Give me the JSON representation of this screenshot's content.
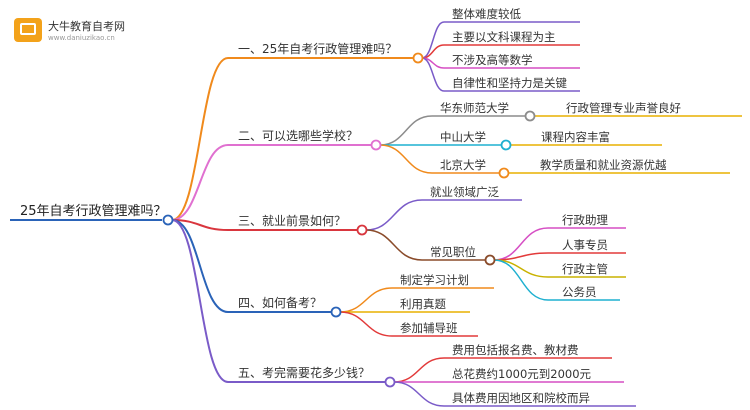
{
  "logo": {
    "title": "大牛教育自考网",
    "subtitle": "www.daniuzikao.cn"
  },
  "root": {
    "label": "25年自考行政管理难吗？"
  },
  "branches": [
    {
      "label": "一、25年自考行政管理难吗？",
      "color": "#f08a1c",
      "children": [
        {
          "label": "整体难度较低",
          "color": "#7a5bc8"
        },
        {
          "label": "主要以文科课程为主",
          "color": "#e23a3a"
        },
        {
          "label": "不涉及高等数学",
          "color": "#d64fc4"
        },
        {
          "label": "自律性和坚持力是关键",
          "color": "#7a5bc8"
        }
      ]
    },
    {
      "label": "二、可以选哪些学校？",
      "color": "#e070d0",
      "children": [
        {
          "label": "华东师范大学",
          "color": "#8c8c8c",
          "children": [
            {
              "label": "行政管理专业声誉良好",
              "color": "#e9b000"
            }
          ]
        },
        {
          "label": "中山大学",
          "color": "#1fb0d0",
          "children": [
            {
              "label": "课程内容丰富",
              "color": "#e9b000"
            }
          ]
        },
        {
          "label": "北京大学",
          "color": "#f08a1c",
          "children": [
            {
              "label": "教学质量和就业资源优越",
              "color": "#e9b000"
            }
          ]
        }
      ]
    },
    {
      "label": "三、就业前景如何？",
      "color": "#d9363e",
      "children": [
        {
          "label": "就业领域广泛",
          "color": "#7a5bc8"
        },
        {
          "label": "常见职位",
          "color": "#8a4b2a",
          "children": [
            {
              "label": "行政助理",
              "color": "#d64fc4"
            },
            {
              "label": "人事专员",
              "color": "#e23a3a"
            },
            {
              "label": "行政主管",
              "color": "#c9b200"
            },
            {
              "label": "公务员",
              "color": "#1fb0d0"
            }
          ]
        }
      ]
    },
    {
      "label": "四、如何备考？",
      "color": "#2a63b8",
      "children": [
        {
          "label": "制定学习计划",
          "color": "#f08a1c"
        },
        {
          "label": "利用真题",
          "color": "#e9b000"
        },
        {
          "label": "参加辅导班",
          "color": "#e23a3a"
        }
      ]
    },
    {
      "label": "五、考完需要花多少钱？",
      "color": "#7a5bc8",
      "children": [
        {
          "label": "费用包括报名费、教材费",
          "color": "#e23a3a"
        },
        {
          "label": "总花费约1000元到2000元",
          "color": "#d64fc4"
        },
        {
          "label": "具体费用因地区和院校而异",
          "color": "#7a5bc8"
        }
      ]
    }
  ]
}
